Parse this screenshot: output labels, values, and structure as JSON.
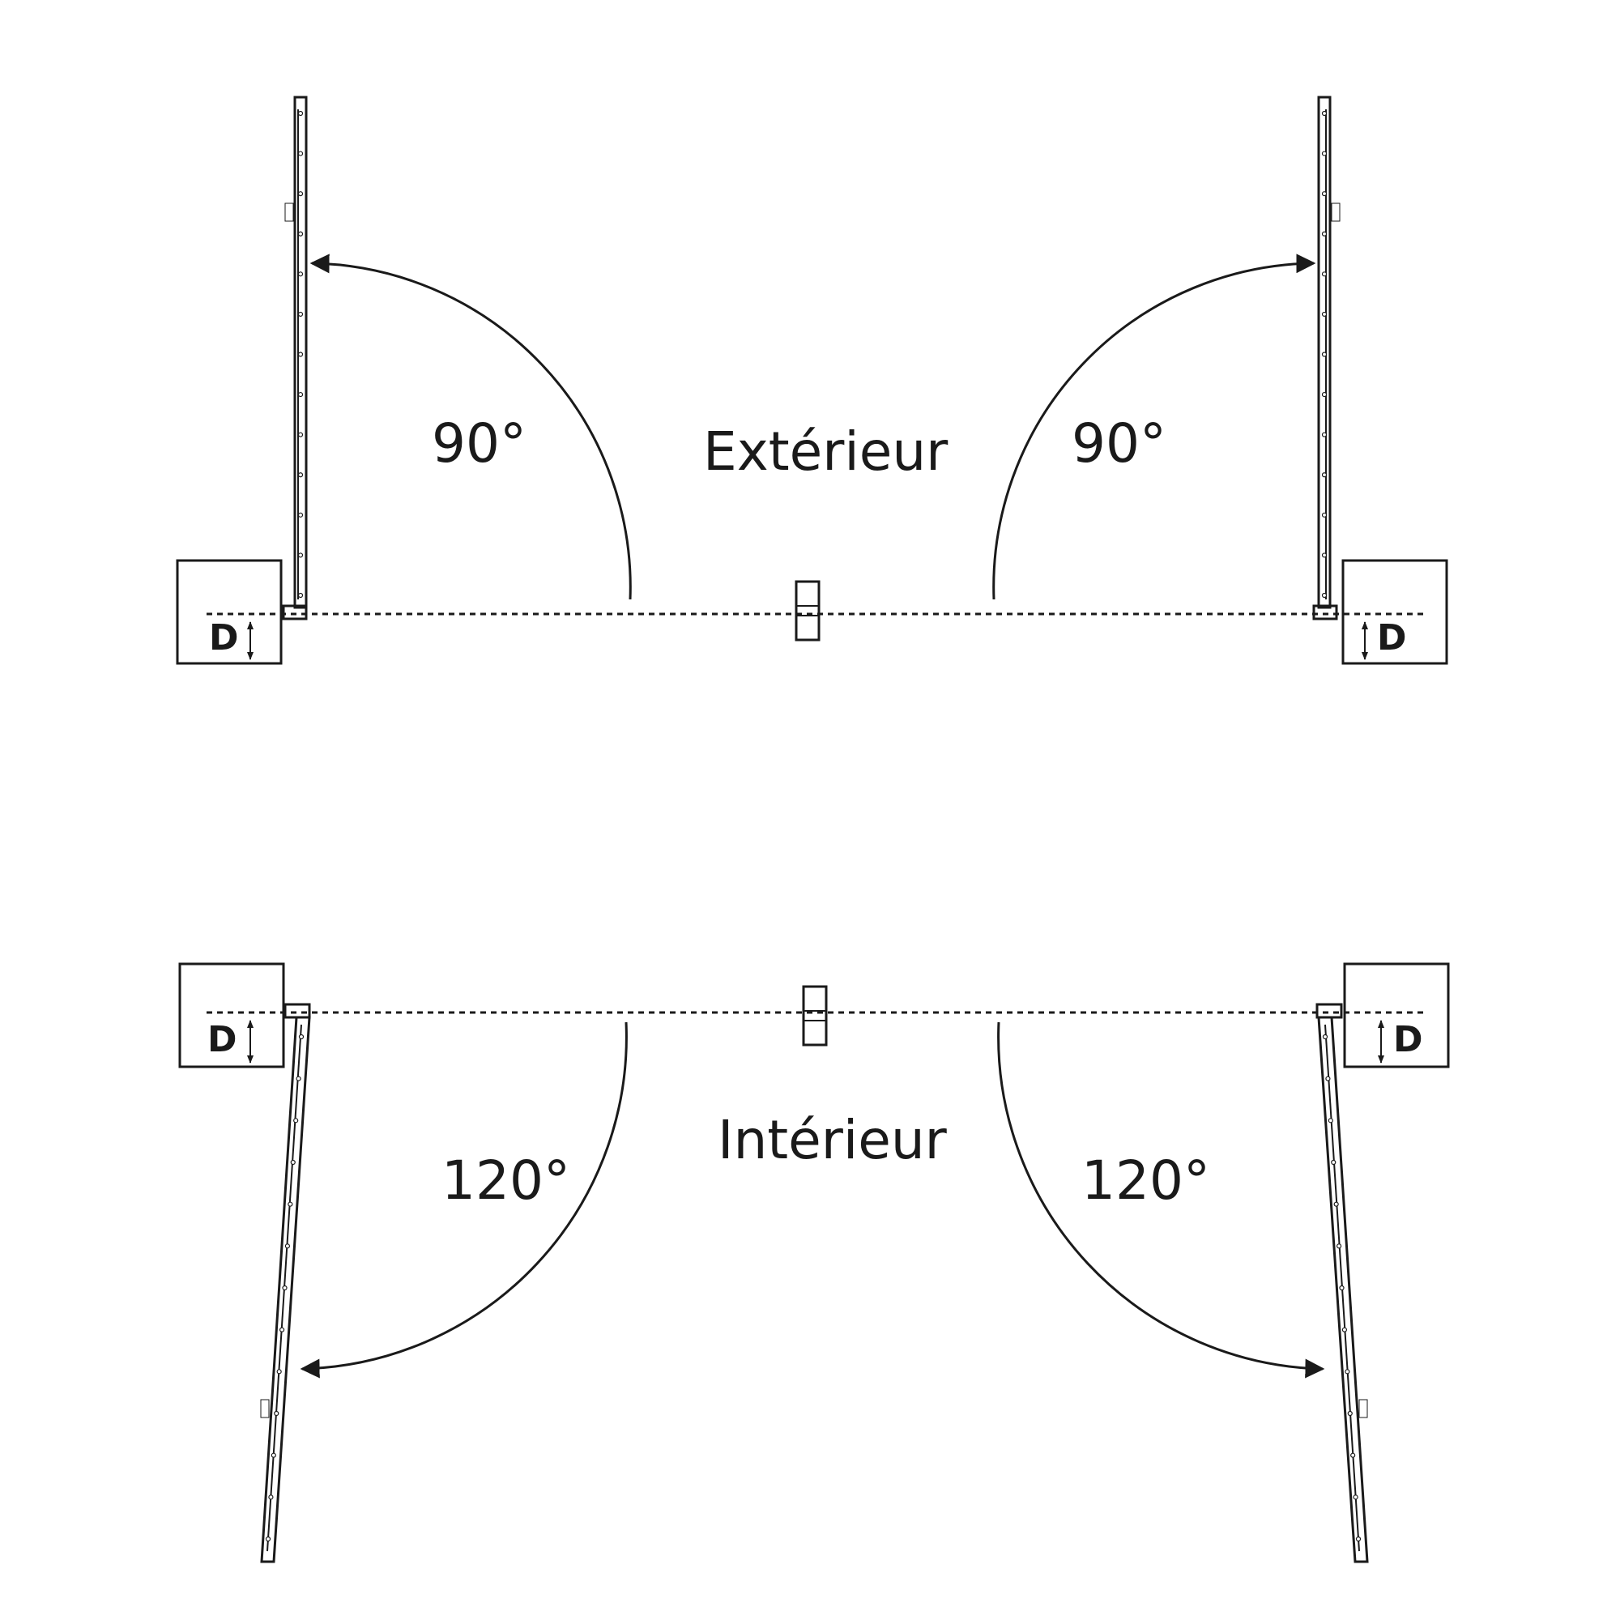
{
  "sections": {
    "top": {
      "label": "Extérieur"
    },
    "bottom": {
      "label": "Intérieur"
    }
  },
  "angles": {
    "top_left": "90°",
    "top_right": "90°",
    "bottom_left": "120°",
    "bottom_right": "120°"
  },
  "dimension_label": "D",
  "colors": {
    "ink": "#1a1a1a",
    "background": "#ffffff"
  }
}
